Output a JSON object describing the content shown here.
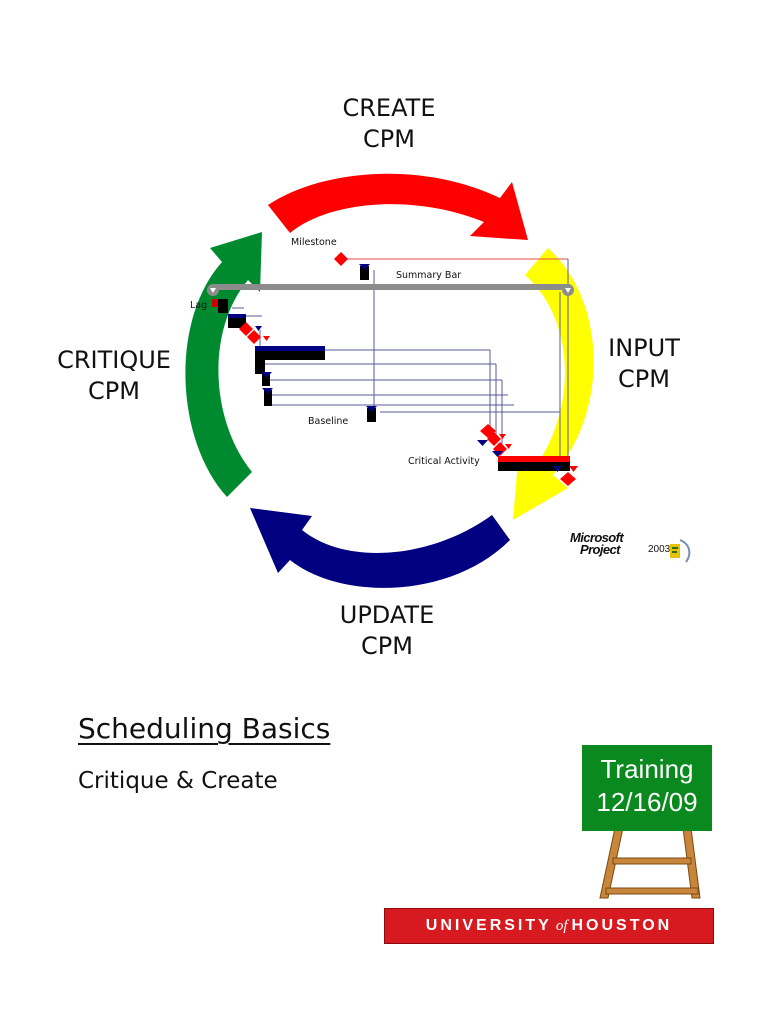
{
  "cycle": {
    "create": "CREATE\nCPM",
    "input": "INPUT\nCPM",
    "update": "UPDATE\nCPM",
    "critique": "CRITIQUE\nCPM"
  },
  "gantt": {
    "milestone": "Milestone",
    "summary_bar": "Summary Bar",
    "lag": "Lag",
    "baseline": "Baseline",
    "critical_activity": "Critical Activity"
  },
  "logo": {
    "line1": "Microsoft",
    "line2": "Project",
    "version": "2003"
  },
  "document": {
    "title": "Scheduling Basics",
    "subtitle": "Critique & Create"
  },
  "training": {
    "line1": "Training",
    "line2": "12/16/09"
  },
  "banner": {
    "left": "UNIVERSITY",
    "of": "of",
    "right": "HOUSTON"
  },
  "colors": {
    "create_arrow": "#ff0000",
    "input_arrow": "#ffff00",
    "update_arrow": "#000080",
    "critique_arrow": "#008a30",
    "board": "#0a8a1e",
    "banner": "#d71920"
  }
}
